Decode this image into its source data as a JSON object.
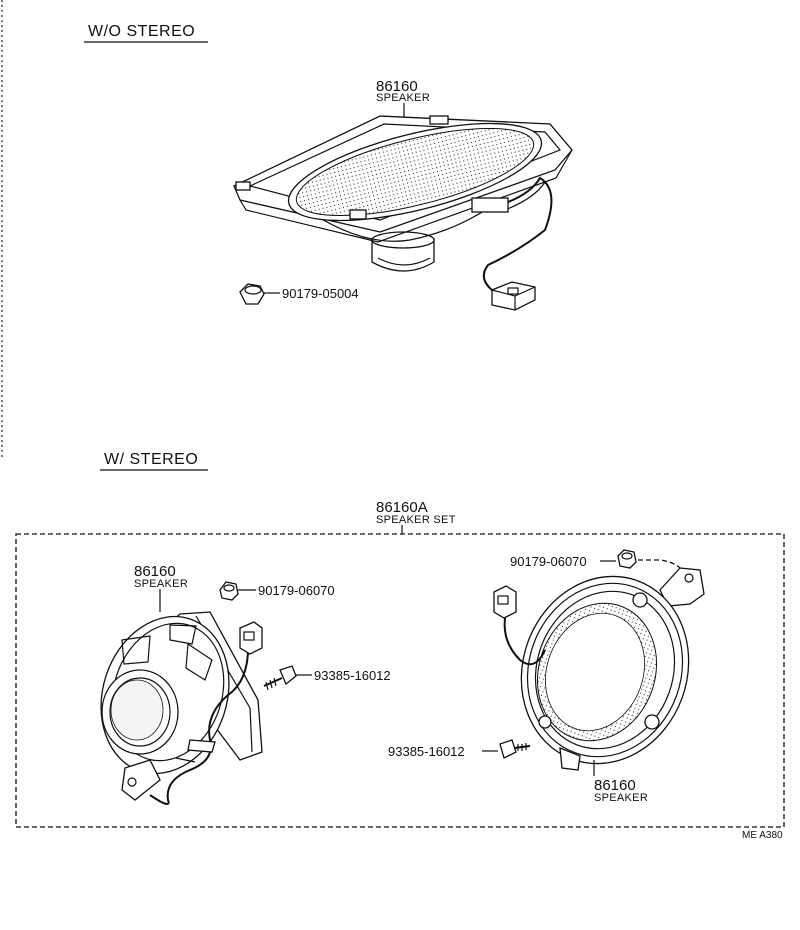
{
  "sections": {
    "without_stereo": "W/O STEREO",
    "with_stereo": "W/ STEREO"
  },
  "parts": {
    "top_speaker_num": "86160",
    "top_speaker_name": "SPEAKER",
    "top_nut": "90179-05004",
    "set_num": "86160A",
    "set_name": "SPEAKER SET",
    "left_speaker_num": "86160",
    "left_speaker_name": "SPEAKER",
    "left_nut": "90179-06070",
    "left_screw": "93385-16012",
    "right_nut": "90179-06070",
    "right_screw": "93385-16012",
    "right_speaker_num": "86160",
    "right_speaker_name": "SPEAKER"
  },
  "footer_code": "ME  A380"
}
